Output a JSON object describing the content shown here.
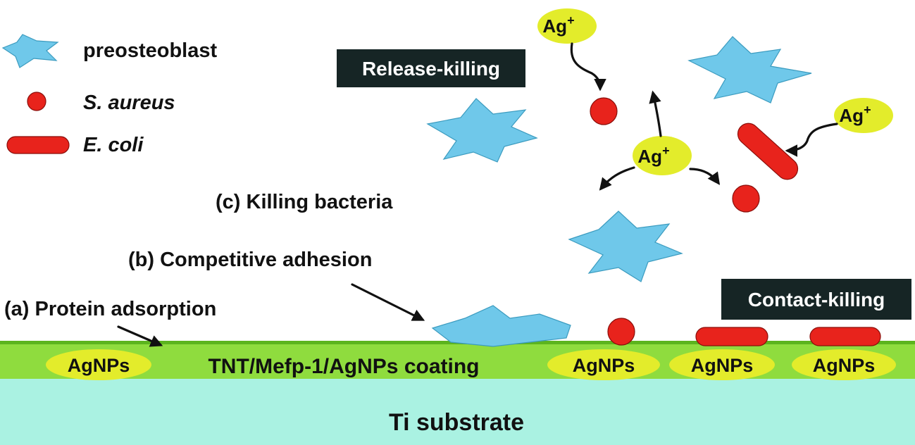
{
  "legend": {
    "preosteoblast": "preosteoblast",
    "s_aureus": "S. aureus",
    "e_coli": "E. coli"
  },
  "boxes": {
    "release_killing": "Release-killing",
    "contact_killing": "Contact-killing"
  },
  "labels": {
    "killing_bacteria": "(c) Killing bacteria",
    "competitive_adhesion": "(b) Competitive adhesion",
    "protein_adsorption": "(a) Protein adsorption",
    "coating": "TNT/Mefp-1/AgNPs coating",
    "substrate": "Ti substrate"
  },
  "ions": {
    "symbol": "Ag",
    "charge": "+"
  },
  "agnps": [
    "AgNPs",
    "AgNPs",
    "AgNPs",
    "AgNPs"
  ],
  "colors": {
    "cell": "#6fc8ea",
    "bacteria": "#e8231c",
    "ion": "#e3ec2b",
    "coating": "#8fdc3e",
    "coating_edge": "#5cb41e",
    "substrate": "#aaf2e2",
    "label_box": "#162525"
  }
}
